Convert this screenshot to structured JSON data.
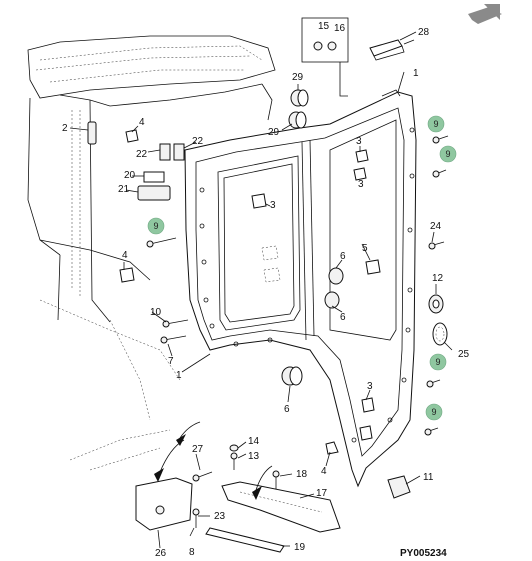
{
  "diagram": {
    "reference_code": "PY005234",
    "callouts": [
      {
        "id": "c1a",
        "text": "1"
      },
      {
        "id": "c1b",
        "text": "1"
      },
      {
        "id": "c2",
        "text": "2"
      },
      {
        "id": "c3a",
        "text": "3"
      },
      {
        "id": "c3b",
        "text": "3"
      },
      {
        "id": "c3c",
        "text": "3"
      },
      {
        "id": "c3d",
        "text": "3"
      },
      {
        "id": "c4a",
        "text": "4"
      },
      {
        "id": "c4b",
        "text": "4"
      },
      {
        "id": "c4c",
        "text": "4"
      },
      {
        "id": "c5",
        "text": "5"
      },
      {
        "id": "c6a",
        "text": "6"
      },
      {
        "id": "c6b",
        "text": "6"
      },
      {
        "id": "c6c",
        "text": "6"
      },
      {
        "id": "c7",
        "text": "7"
      },
      {
        "id": "c8",
        "text": "8"
      },
      {
        "id": "c10",
        "text": "10"
      },
      {
        "id": "c11",
        "text": "11"
      },
      {
        "id": "c12",
        "text": "12"
      },
      {
        "id": "c13",
        "text": "13"
      },
      {
        "id": "c14",
        "text": "14"
      },
      {
        "id": "c15",
        "text": "15"
      },
      {
        "id": "c16",
        "text": "16"
      },
      {
        "id": "c17",
        "text": "17"
      },
      {
        "id": "c18",
        "text": "18"
      },
      {
        "id": "c19",
        "text": "19"
      },
      {
        "id": "c20",
        "text": "20"
      },
      {
        "id": "c21",
        "text": "21"
      },
      {
        "id": "c22a",
        "text": "22"
      },
      {
        "id": "c22b",
        "text": "22"
      },
      {
        "id": "c23",
        "text": "23"
      },
      {
        "id": "c24",
        "text": "24"
      },
      {
        "id": "c25",
        "text": "25"
      },
      {
        "id": "c26",
        "text": "26"
      },
      {
        "id": "c27",
        "text": "27"
      },
      {
        "id": "c28",
        "text": "28"
      },
      {
        "id": "c29a",
        "text": "29"
      },
      {
        "id": "c29b",
        "text": "29"
      }
    ],
    "highlighted_callouts": [
      {
        "id": "h9a",
        "text": "9"
      },
      {
        "id": "h9b",
        "text": "9"
      },
      {
        "id": "h9c",
        "text": "9"
      },
      {
        "id": "h9d",
        "text": "9"
      },
      {
        "id": "h9e",
        "text": "9"
      }
    ],
    "colors": {
      "highlight": "#8fc7a0",
      "line": "#111111",
      "nav_arrow": "#8a8a8a"
    },
    "nav_icon": "arrow-up-right-icon"
  }
}
